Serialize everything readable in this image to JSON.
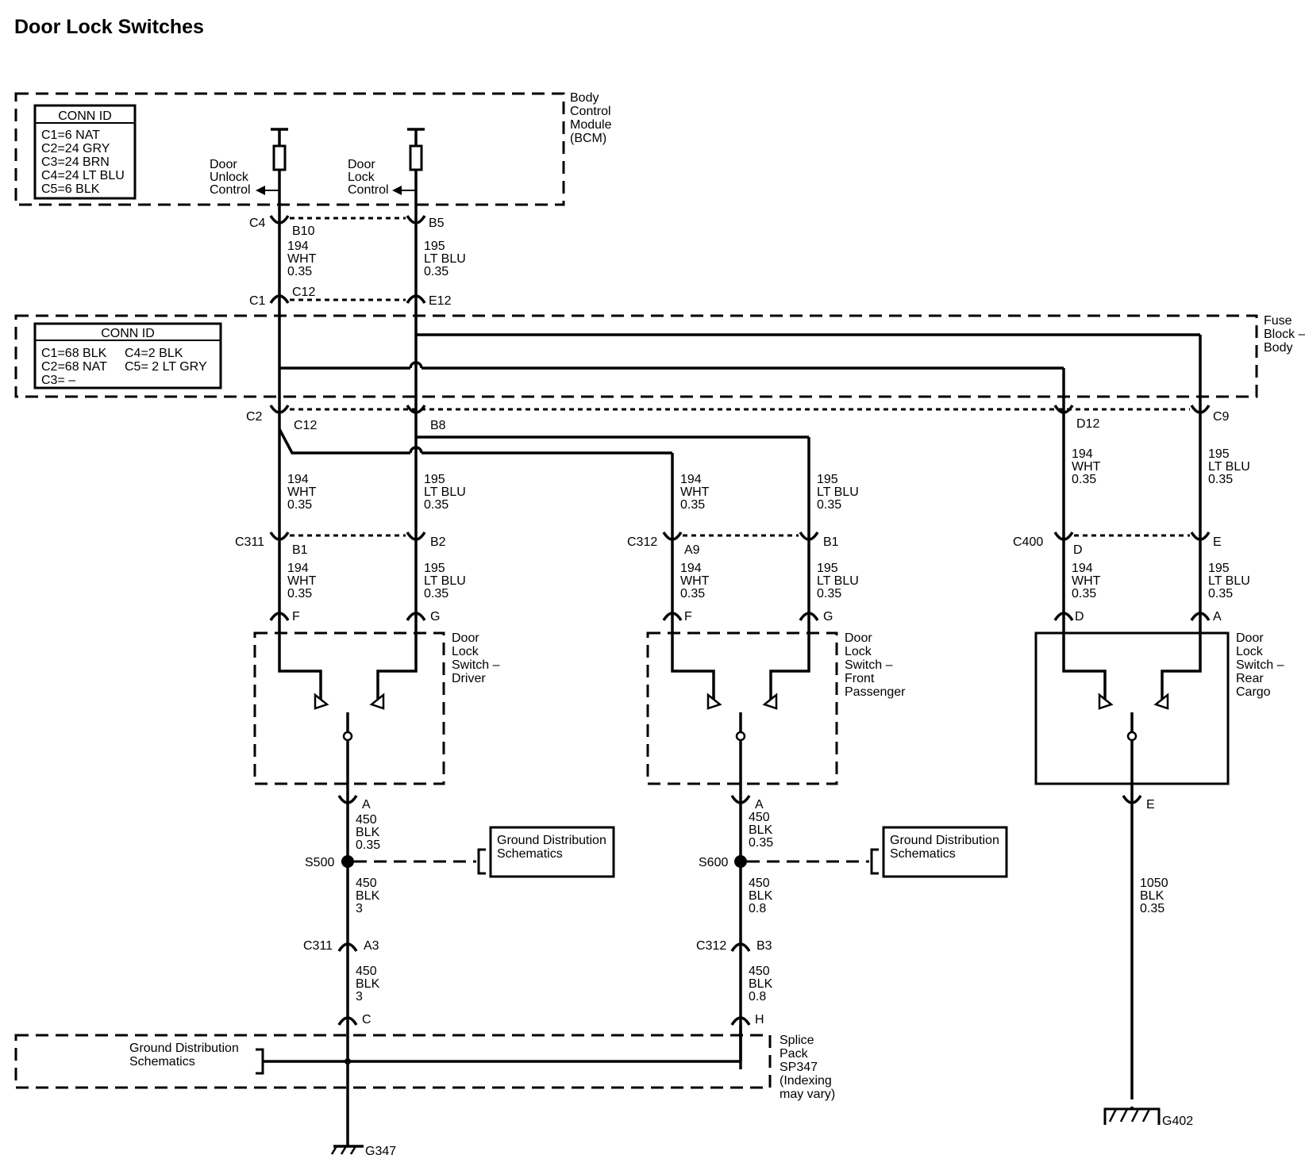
{
  "title": "Door Lock Switches",
  "colors": {
    "line": "#000000",
    "background": "#ffffff"
  },
  "bcm": {
    "label": [
      "Body",
      "Control",
      "Module",
      "(BCM)"
    ],
    "conn_id": {
      "header": "CONN ID",
      "rows": [
        "C1=6 NAT",
        "C2=24 GRY",
        "C3=24 BRN",
        "C4=24 LT BLU",
        "C5=6 BLK"
      ]
    },
    "unlock_label": [
      "Door",
      "Unlock",
      "Control"
    ],
    "lock_label": [
      "Door",
      "Lock",
      "Control"
    ]
  },
  "fuse_block": {
    "label": [
      "Fuse",
      "Block –",
      "Body"
    ],
    "conn_id": {
      "header": "CONN ID",
      "rows": [
        "C1=68 BLK",
        "C2=68 NAT",
        "C3= –",
        "C4=2 BLK",
        "C5= 2 LT GRY"
      ]
    }
  },
  "connectors": {
    "c4": "C4",
    "b10": "B10",
    "b5": "B5",
    "c1": "C1",
    "c12_top": "C12",
    "e12": "E12",
    "c2": "C2",
    "c12_bottom": "C12",
    "b8": "B8",
    "d12": "D12",
    "c9": "C9",
    "c311": "C311",
    "c311_b1": "B1",
    "c311_b2": "B2",
    "c312": "C312",
    "c312_a9": "A9",
    "c312_b1": "B1",
    "c400": "C400",
    "c400_d": "D",
    "c400_e": "E",
    "drv_f": "F",
    "drv_g": "G",
    "fp_f": "F",
    "fp_g": "G",
    "rc_d": "D",
    "rc_a": "A",
    "drv_a": "A",
    "fp_a": "A",
    "rc_e": "E",
    "c311_low": "C311",
    "c311_a3": "A3",
    "c312_low": "C312",
    "c312_b3": "B3",
    "sp_c": "C",
    "sp_h": "H"
  },
  "wires": {
    "w1": [
      "194",
      "WHT",
      "0.35"
    ],
    "w2": [
      "195",
      "LT BLU",
      "0.35"
    ],
    "w3": [
      "194",
      "WHT",
      "0.35"
    ],
    "w4": [
      "195",
      "LT BLU",
      "0.35"
    ],
    "w5": [
      "194",
      "WHT",
      "0.35"
    ],
    "w6": [
      "195",
      "LT BLU",
      "0.35"
    ],
    "w7": [
      "194",
      "WHT",
      "0.35"
    ],
    "w8": [
      "195",
      "LT BLU",
      "0.35"
    ],
    "w9": [
      "194",
      "WHT",
      "0.35"
    ],
    "w10": [
      "195",
      "LT BLU",
      "0.35"
    ],
    "w11": [
      "194",
      "WHT",
      "0.35"
    ],
    "w12": [
      "195",
      "LT BLU",
      "0.35"
    ],
    "w13": [
      "194",
      "WHT",
      "0.35"
    ],
    "w14": [
      "195",
      "LT BLU",
      "0.35"
    ],
    "g1": [
      "450",
      "BLK",
      "0.35"
    ],
    "g2": [
      "450",
      "BLK",
      "3"
    ],
    "g3": [
      "450",
      "BLK",
      "3"
    ],
    "g4": [
      "450",
      "BLK",
      "0.35"
    ],
    "g5": [
      "450",
      "BLK",
      "0.8"
    ],
    "g6": [
      "450",
      "BLK",
      "0.8"
    ],
    "g7": [
      "1050",
      "BLK",
      "0.35"
    ]
  },
  "switches": {
    "driver": [
      "Door",
      "Lock",
      "Switch –",
      "Driver"
    ],
    "front_passenger": [
      "Door",
      "Lock",
      "Switch –",
      "Front",
      "Passenger"
    ],
    "rear_cargo": [
      "Door",
      "Lock",
      "Switch –",
      "Rear",
      "Cargo"
    ]
  },
  "splices": {
    "s500": "S500",
    "s600": "S600"
  },
  "ground_ref_1": [
    "Ground Distribution",
    "Schematics"
  ],
  "ground_ref_2": [
    "Ground Distribution",
    "Schematics"
  ],
  "ground_ref_3": [
    "Ground Distribution",
    "Schematics"
  ],
  "splice_pack": [
    "Splice",
    "Pack",
    "SP347",
    "(Indexing",
    "may vary)"
  ],
  "grounds": {
    "g347": "G347",
    "g402": "G402"
  }
}
